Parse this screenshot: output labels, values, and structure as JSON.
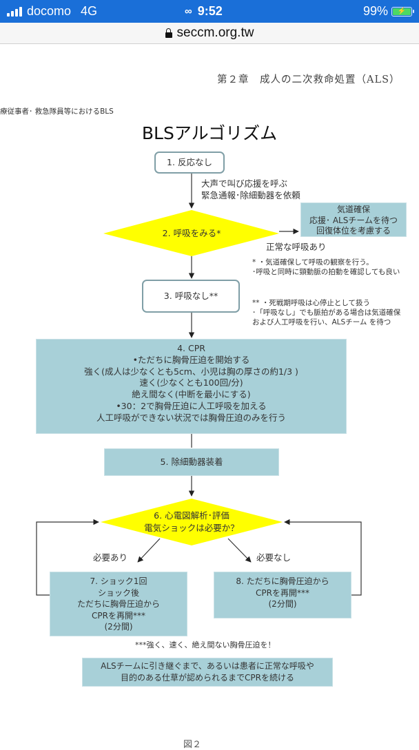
{
  "status_bar": {
    "carrier": "docomo",
    "network": "4G",
    "time": "9:52",
    "battery_percent": "99%",
    "icons": [
      "signal-icon",
      "link-icon",
      "battery-charging-icon"
    ]
  },
  "browser": {
    "url": "seccm.org.tw",
    "lock_icon": "lock-icon"
  },
  "document": {
    "chapter_header": "第２章　成人の二次救命処置（ALS）",
    "subtitle": "療従事者･ 救急隊員等におけるBLS",
    "title": "BLSアルゴリズム",
    "figure_caption": "図２"
  },
  "flowchart": {
    "step1": "1. 反応なし",
    "step1_actions": [
      "大声で叫び応援を呼ぶ",
      "緊急通報･除細動器を依頼"
    ],
    "step2": "2. 呼吸をみる*",
    "normal_breathing_label": "正常な呼吸あり",
    "normal_breathing_box": [
      "気道確保",
      "応援･ ALSチームを待つ",
      "回復体位を考慮する"
    ],
    "note1": [
      "* ・気道確保して呼吸の観察を行う。",
      "･呼吸と同時に頸動脈の拍動を確認しても良い"
    ],
    "step3": "3. 呼吸なし**",
    "note2": [
      "** ・死戦期呼吸は心停止として扱う",
      "･「呼吸なし」でも脈拍がある場合は気道確保",
      "および人工呼吸を行い、ALSチーム を待つ"
    ],
    "step4": [
      "4. CPR",
      "•ただちに胸骨圧迫を開始する",
      "強く(成人は少なくとも5cm、小児は胸の厚さの約1/3 )",
      "速く(少なくとも100回/分)",
      "絶え間なく(中断を最小にする)",
      "•30：2で胸骨圧迫に人工呼吸を加える",
      "人工呼吸ができない状況では胸骨圧迫のみを行う"
    ],
    "step5": "5. 除細動器装着",
    "step6": [
      "6. 心電図解析･評価",
      "電気ショックは必要か？"
    ],
    "shock_needed_label": "必要あり",
    "shock_not_needed_label": "必要なし",
    "step7": [
      "7. ショック1回",
      "ショック後",
      "ただちに胸骨圧迫から",
      "CPRを再開***",
      "(2分間)"
    ],
    "step8": [
      "8. ただちに胸骨圧迫から",
      "CPRを再開***",
      "(2分間)"
    ],
    "note3": "***強く、速く、絶え間ない胸骨圧迫を！",
    "final_box": [
      "ALSチームに引き継ぐまで、あるいは患者に正常な呼吸や",
      "目的のある仕草が認められるまでCPRを続ける"
    ],
    "colors": {
      "decision_fill": "#ffff00",
      "action_fill": "#a8d0d8",
      "rounded_border": "#7f9ea6",
      "line": "#333333"
    }
  }
}
